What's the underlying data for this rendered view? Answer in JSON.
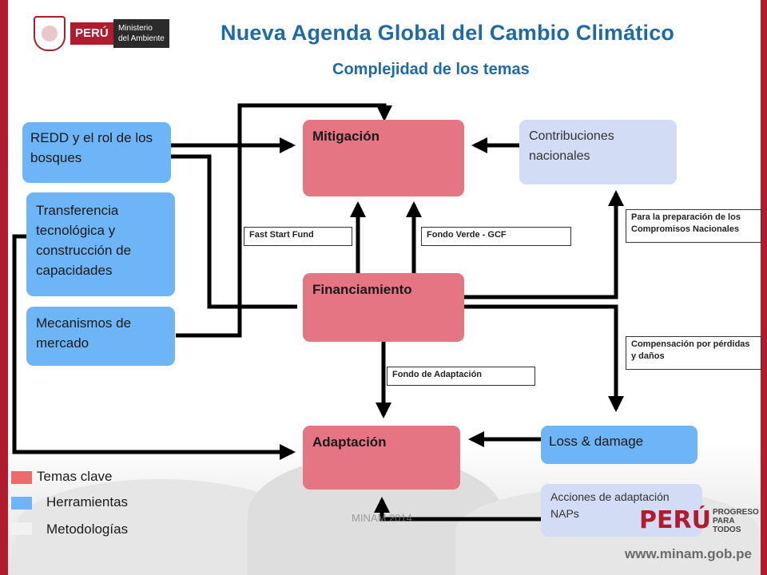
{
  "header": {
    "logo_country": "PERÚ",
    "logo_ministry": "Ministerio del Ambiente",
    "title": "Nueva Agenda Global del Cambio Climático",
    "subtitle": "Complejidad de los temas"
  },
  "nodes": {
    "redd": "REDD y el rol de los bosques",
    "transferencia": "Transferencia tecnológica y construcción de capacidades",
    "mecanismos": "Mecanismos de mercado",
    "mitigacion": "Mitigación",
    "financiamiento": "Financiamiento",
    "adaptacion": "Adaptación",
    "contribuciones": "Contribuciones nacionales",
    "loss_damage": "Loss & damage",
    "acciones": "Acciones de adaptación NAPs"
  },
  "edge_labels": {
    "fast_start": "Fast Start Fund",
    "fondo_verde": "Fondo Verde - GCF",
    "fondo_adaptacion": "Fondo de Adaptación",
    "preparacion": "Para la preparación de los Compromisos Nacionales",
    "compensacion": "Compensación por pérdidas y daños"
  },
  "legend": {
    "temas_clave": "Temas clave",
    "herramientas": "Herramientas",
    "metodologias": "Metodologías"
  },
  "colors": {
    "key_topic": "#e57583",
    "tool": "#6db5f7",
    "methodology": "#d3dcf5",
    "title": "#1f6aa6",
    "frame": "#b01c2e"
  },
  "footer": {
    "watermark": "MINAM 2014",
    "brand": "PERÚ",
    "brand_tagline": "PROGRESO PARA TODOS",
    "url": "www.minam.gob.pe"
  }
}
